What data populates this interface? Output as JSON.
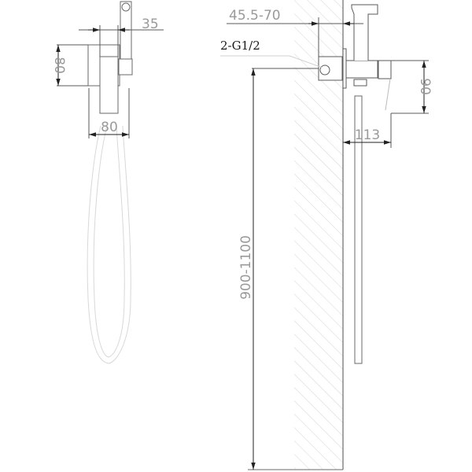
{
  "drawing": {
    "type": "technical installation drawing",
    "subject": "concealed hygienic shower / bidet set",
    "colors": {
      "line": "#5a5a5a",
      "light_line": "#cfcfcf",
      "hatch": "#d4d4d4",
      "text_dim": "#9a9a9a",
      "text_label": "#1a1a1a",
      "background": "#ffffff"
    }
  },
  "front_view": {
    "dim_width_top": "35",
    "dim_height_left": "80",
    "dim_width_bottom": "80"
  },
  "side_view": {
    "dim_wall_depth": "45.5-70",
    "connection_label": "2-G1/2",
    "dim_body_height": "90",
    "dim_projection": "113",
    "dim_mount_height": "900-1100"
  }
}
